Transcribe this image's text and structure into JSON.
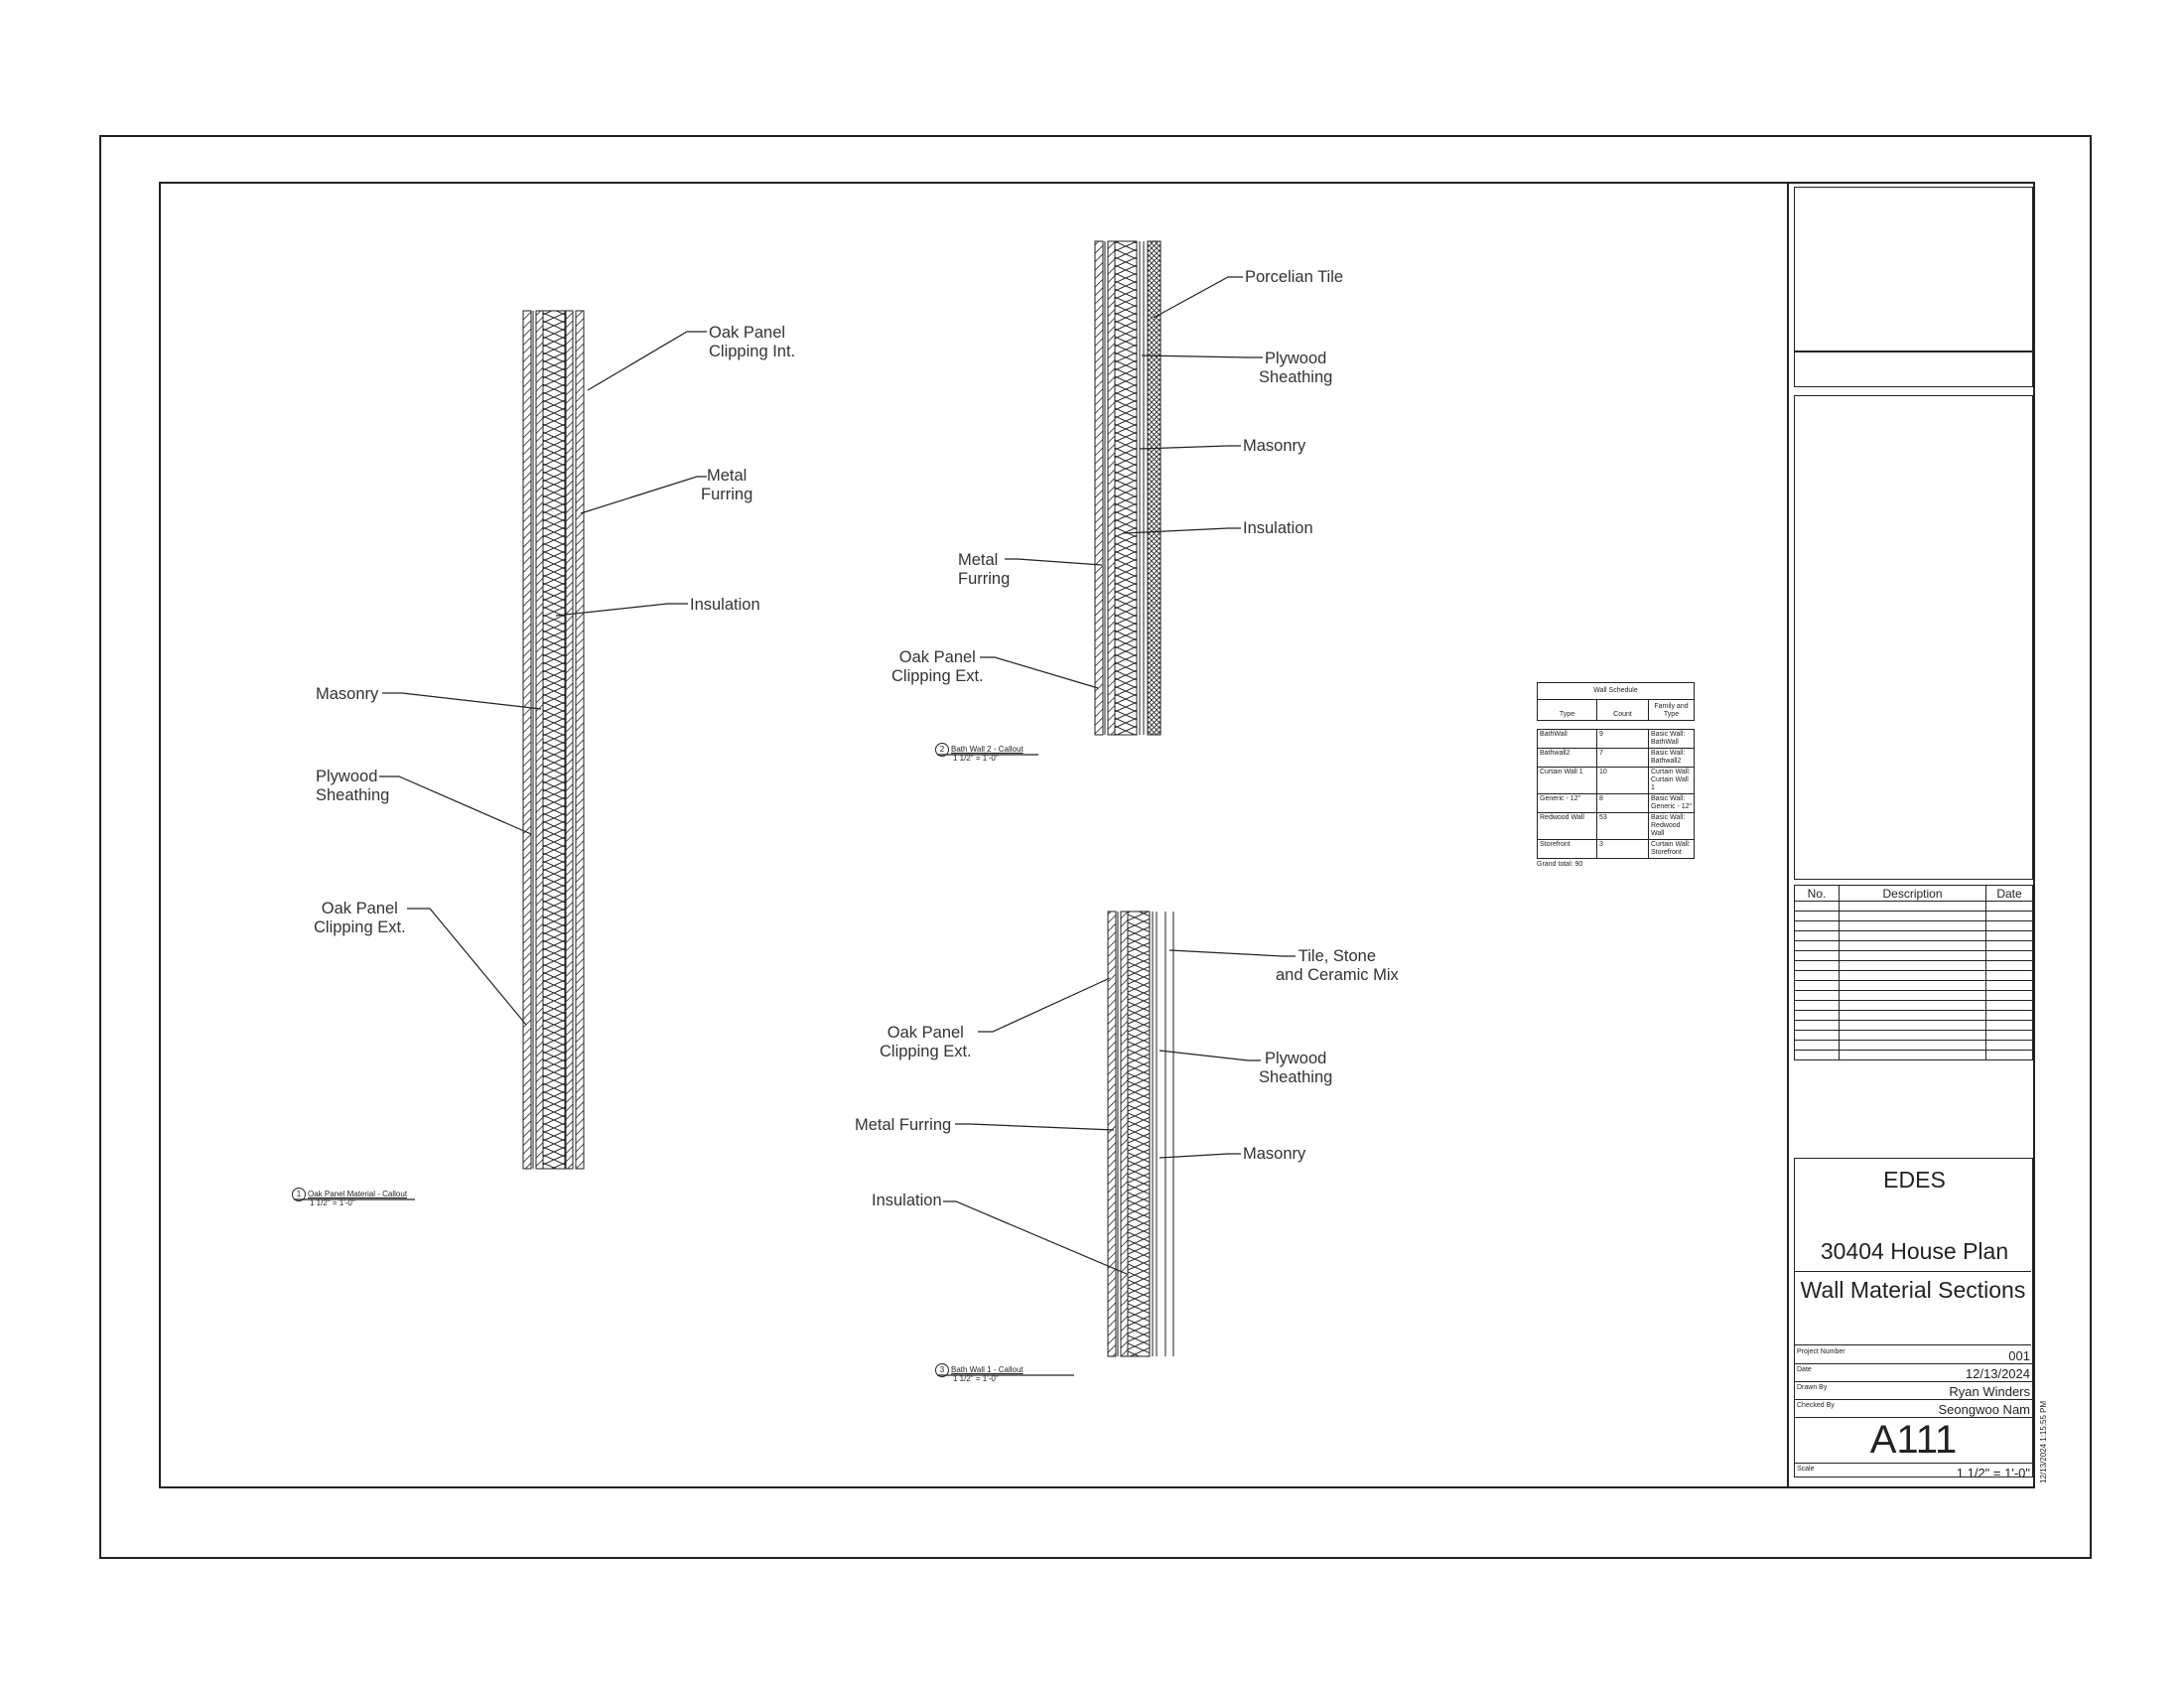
{
  "views": {
    "v1": {
      "number": "1",
      "title": "Oak Panel Material - Callout",
      "scale": "1 1/2\" = 1'-0\""
    },
    "v2": {
      "number": "2",
      "title": "Bath Wall 2 - Callout",
      "scale": "1 1/2\" = 1'-0\""
    },
    "v3": {
      "number": "3",
      "title": "Bath Wall 1 - Callout",
      "scale": "1 1/2\" = 1'-0\""
    }
  },
  "labels": {
    "v1": [
      "Oak Panel\nClipping Int.",
      "Metal\nFurring",
      "Insulation",
      "Masonry",
      "Plywood\nSheathing",
      "Oak Panel\nClipping Ext."
    ],
    "v2": [
      "Porcelian Tile",
      "Plywood\nSheathing",
      "Masonry",
      "Insulation",
      "Metal\nFurring",
      "Oak Panel\nClipping Ext."
    ],
    "v3": [
      "Tile, Stone\nand Ceramic Mix",
      "Oak Panel\nClipping Ext.",
      "Plywood\nSheathing",
      "Metal Furring",
      "Masonry",
      "Insulation"
    ]
  },
  "schedule": {
    "title": "Wall Schedule",
    "headers": [
      "Type",
      "Count",
      "Family and Type"
    ],
    "rows": [
      [
        "BathWall",
        "9",
        "Basic Wall: BathWall"
      ],
      [
        "Bathwall2",
        "7",
        "Basic Wall: Bathwall2"
      ],
      [
        "Curtain Wall 1",
        "10",
        "Curtain Wall: Curtain Wall 1"
      ],
      [
        "Generic - 12\"",
        "8",
        "Basic Wall: Generic - 12\""
      ],
      [
        "Redwood Wall",
        "53",
        "Basic Wall: Redwood Wall"
      ],
      [
        "Storefront",
        "3",
        "Curtain Wall: Storefront"
      ]
    ],
    "total": "Grand total: 90"
  },
  "titleblock": {
    "revision_headers": [
      "No.",
      "Description",
      "Date"
    ],
    "firm": "EDES",
    "project_name": "30404 House Plan",
    "sheet_name": "Wall Material Sections",
    "fields": [
      {
        "label": "Project Number",
        "value": "001"
      },
      {
        "label": "Date",
        "value": "12/13/2024"
      },
      {
        "label": "Drawn By",
        "value": "Ryan Winders"
      },
      {
        "label": "Checked By",
        "value": "Seongwoo Nam"
      }
    ],
    "sheet_number": "A111",
    "scale_label": "Scale",
    "scale_value": "1 1/2\" = 1'-0\"",
    "print_stamp": "12/13/2024 1:15:55 PM"
  }
}
